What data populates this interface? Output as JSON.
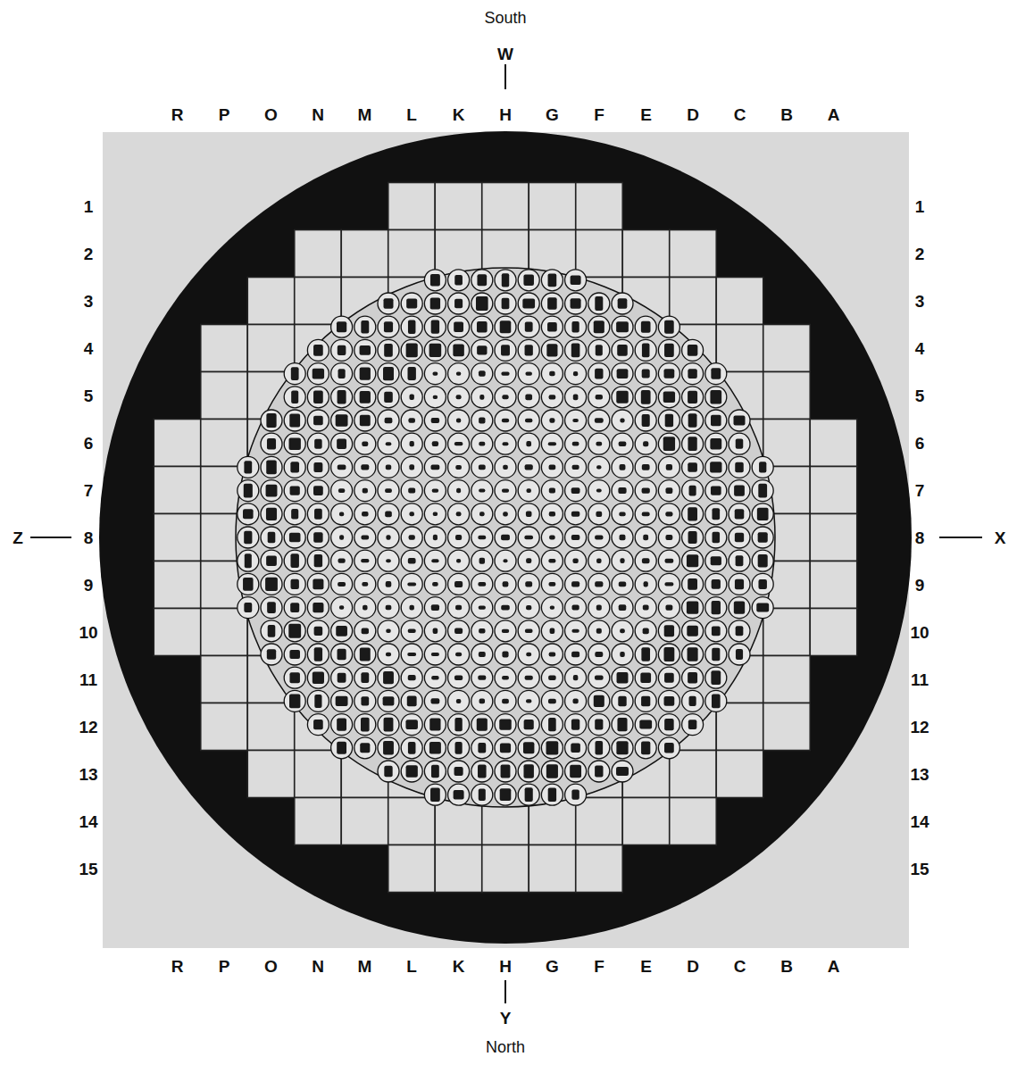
{
  "diagram": {
    "labels": [
      "South",
      "W",
      "R",
      "P",
      "O",
      "N",
      "M",
      "L",
      "K",
      "H",
      "G",
      "F",
      "E",
      "D",
      "C",
      "B",
      "A",
      "1",
      "1",
      "2",
      "2",
      "3",
      "3",
      "4",
      "4",
      "5",
      "5",
      "6",
      "6",
      "7",
      "7",
      "Z",
      "8",
      "8",
      "X",
      "9",
      "9",
      "10",
      "10",
      "11",
      "11",
      "12",
      "12",
      "13",
      "13",
      "14",
      "14",
      "15",
      "15",
      "R",
      "P",
      "O",
      "N",
      "M",
      "L",
      "K",
      "H",
      "G",
      "F",
      "E",
      "D",
      "C",
      "B",
      "A",
      "Y",
      "North"
    ]
  }
}
